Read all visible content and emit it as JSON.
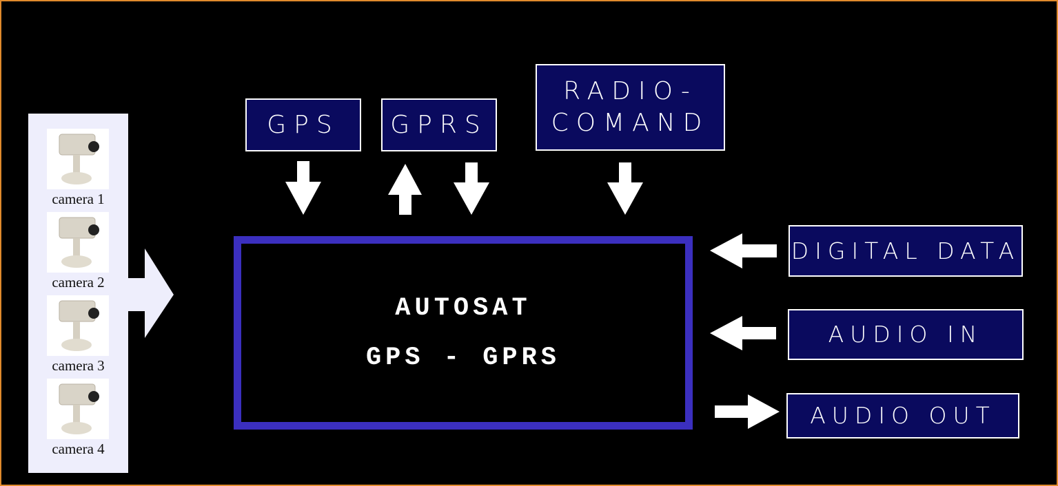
{
  "core": {
    "line1": "AUTOSAT",
    "line2": "GPS - GPRS"
  },
  "top_modules": {
    "gps": "GPS",
    "gprs": "GPRS",
    "radio_line1": "RADIO-",
    "radio_line2": "COMAND"
  },
  "right_modules": {
    "digital_data": "DIGITAL DATA",
    "audio_in": "AUDIO IN",
    "audio_out": "AUDIO OUT"
  },
  "cameras": [
    {
      "label": "camera 1"
    },
    {
      "label": "camera 2"
    },
    {
      "label": "camera 3"
    },
    {
      "label": "camera 4"
    }
  ],
  "colors": {
    "frame_border": "#e08a2c",
    "module_fill": "#0a0a5e",
    "core_border": "#3b2fbf",
    "camera_panel": "#eeeefc",
    "arrow": "#ffffff"
  }
}
